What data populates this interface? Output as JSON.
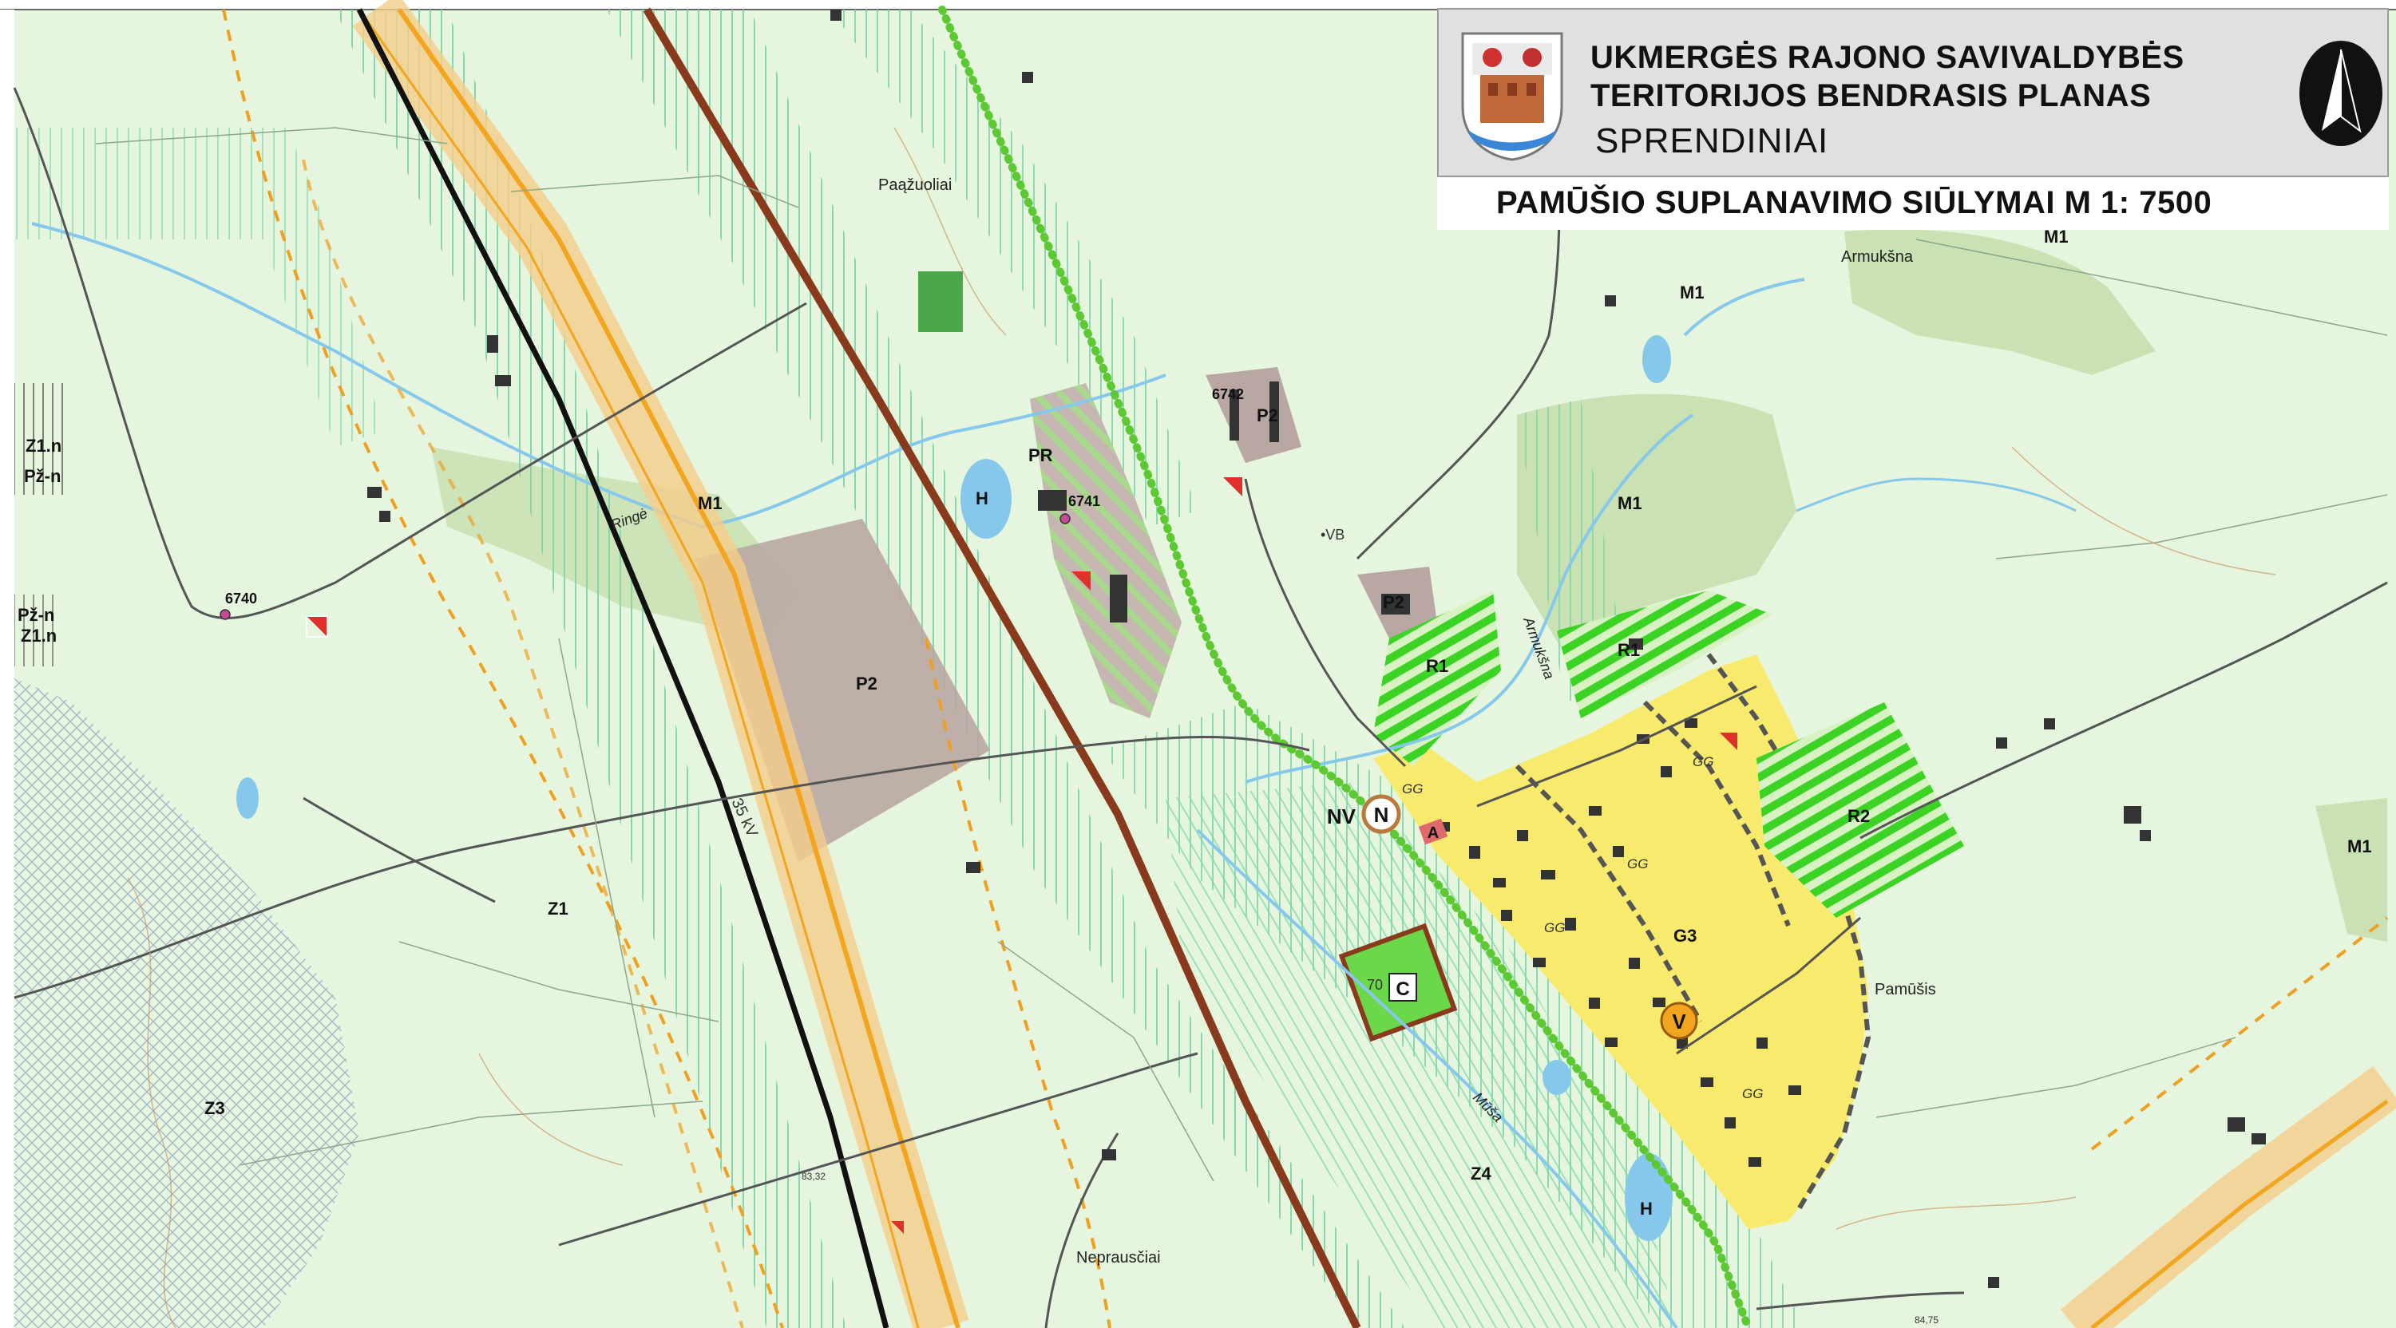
{
  "header": {
    "title_line1": "UKMERGĖS RAJONO SAVIVALDYBĖS",
    "title_line2": "TERITORIJOS BENDRASIS PLANAS",
    "title_line3": "SPRENDINIAI",
    "subtitle": "PAMŪŠIO SUPLANAVIMO SIŪLYMAI  M 1: 7500",
    "coat_of_arms": "ukmerge-coat-of-arms-icon",
    "north_arrow": "north-arrow-icon"
  },
  "zones": {
    "z1": "Z1",
    "z3": "Z3",
    "z4": "Z4",
    "p2_big": "P2",
    "p2_north": "P2",
    "p2_mid": "P2",
    "pr": "PR",
    "h_north": "H",
    "h_south": "H",
    "m1_west": "M1",
    "m1_centre": "M1",
    "m1_ne1": "M1",
    "m1_ne2": "M1",
    "m1_east": "M1",
    "r1_west": "R1",
    "r1_east": "R1",
    "r2": "R2",
    "g3": "G3",
    "gg1": "GG",
    "gg2": "GG",
    "gg3": "GG",
    "gg4": "GG",
    "gg5": "GG",
    "z1n_top": "Z1.n",
    "pzn_top": "Pž-n",
    "pzn_left": "Pž-n",
    "z1n_left": "Z1.n"
  },
  "places": {
    "pazuoliai": "Paąžuoliai",
    "armuksna": "Armukšna",
    "pamusis": "Pamūšis",
    "neprausciai": "Neprausčiai"
  },
  "rivers": {
    "ringe": "Ringė",
    "armuksna": "Armukšna",
    "musa": "Mūša"
  },
  "codes": {
    "c6740": "6740",
    "c6741": "6741",
    "c6742": "6742",
    "c70": "70",
    "vb": "•VB",
    "kv": "35 kV",
    "nv": "NV",
    "n_marker": "N",
    "v_marker": "V",
    "a_marker": "A",
    "c_marker": "C",
    "elev1": "83,32",
    "elev2": "84,75"
  },
  "colors": {
    "background": "#e6f6de",
    "hatch": "#7ed5a8",
    "residential": "#f8ea6c",
    "industrial": "#b9a7a3",
    "recreation_green": "#39d620",
    "forest": "#c2dca8",
    "road_orange": "#f2a51e",
    "railway": "#8a3a1c",
    "power_line": "#111111",
    "river": "#86c8ec",
    "cycle_route": "#5cc832",
    "boundary_dash": "#f0a020"
  }
}
